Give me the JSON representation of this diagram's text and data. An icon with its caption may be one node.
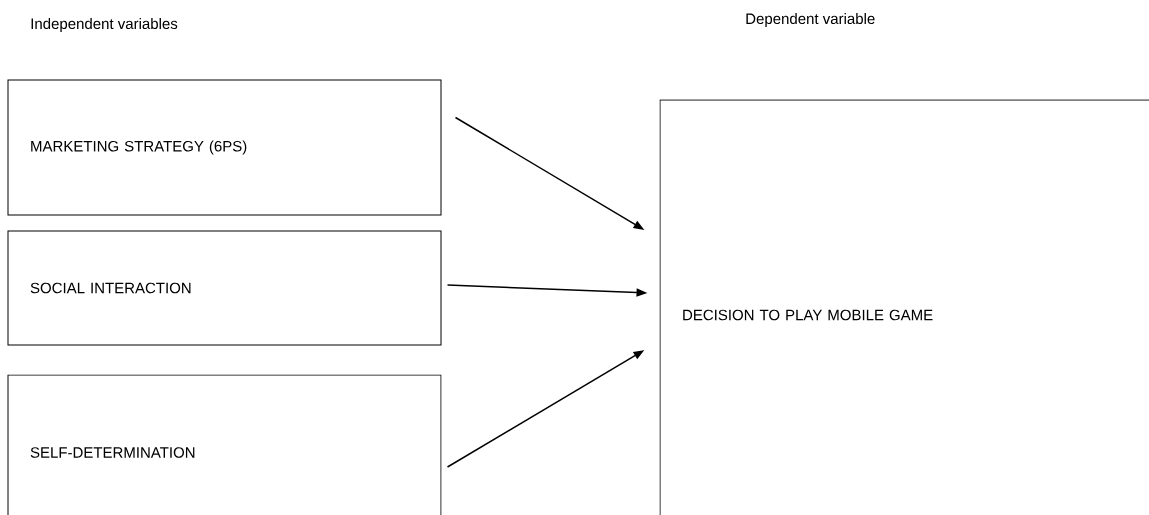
{
  "diagram": {
    "nodes": [
      {
        "text": [
          "MARKETING  STRATEGY (6PS)"
        ]
      },
      {
        "text": [
          "SOCIAL INTERACTION"
        ]
      },
      {
        "text": [
          "SELF-DETERMINATION"
        ]
      },
      {
        "text": [
          "DECISION TO PLAY MOBILE GAME"
        ]
      }
    ],
    "edges": [
      {
        "from": 0,
        "to": 3,
        "arrow": "to"
      },
      {
        "from": 1,
        "to": 3,
        "arrow": "to"
      },
      {
        "from": 2,
        "to": 3,
        "arrow": "to"
      }
    ],
    "labels": [
      "Independent variables",
      "Dependent variable"
    ]
  }
}
